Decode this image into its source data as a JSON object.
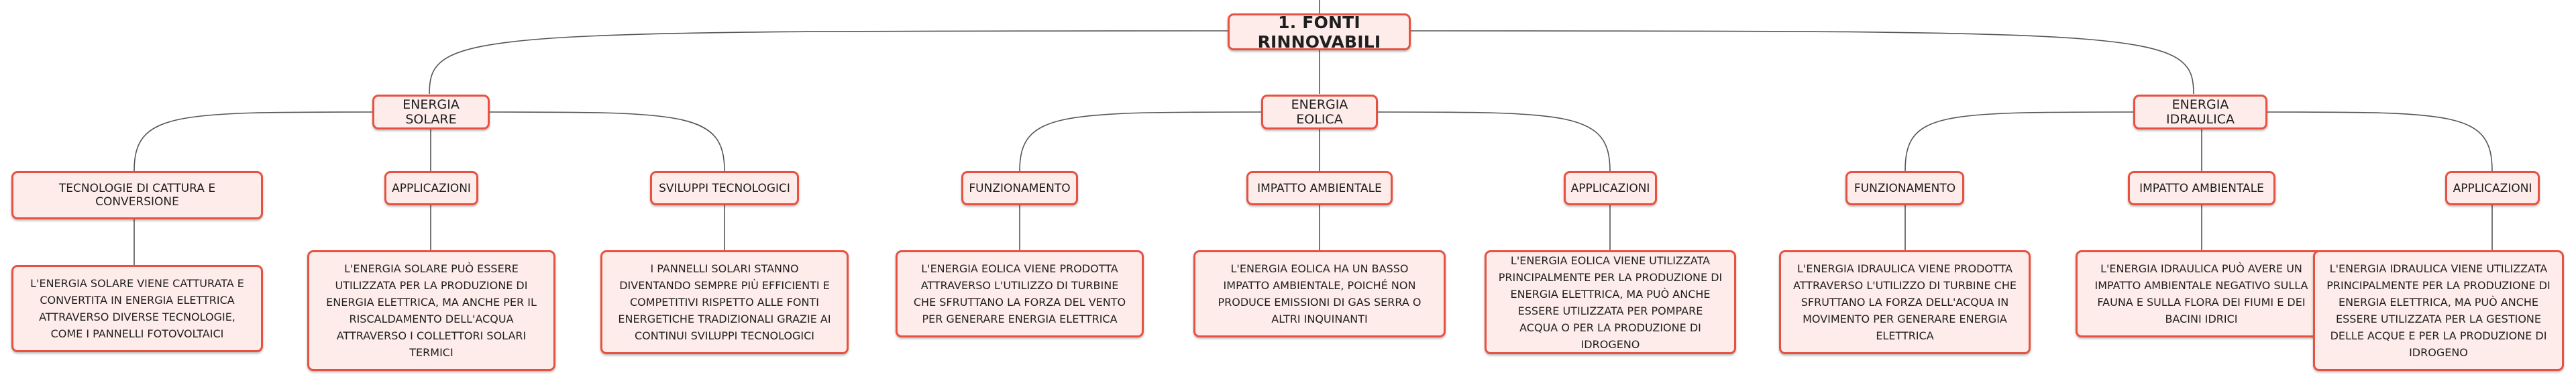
{
  "root": {
    "label": "1. FONTI RINNOVABILI"
  },
  "branches": [
    {
      "label": "ENERGIA SOLARE",
      "children": [
        {
          "label": "TECNOLOGIE DI CATTURA E CONVERSIONE",
          "detail": "L'ENERGIA SOLARE VIENE CATTURATA E CONVERTITA IN ENERGIA ELETTRICA ATTRAVERSO DIVERSE TECNOLOGIE, COME I PANNELLI FOTOVOLTAICI"
        },
        {
          "label": "APPLICAZIONI",
          "detail": "L'ENERGIA SOLARE PUÒ ESSERE UTILIZZATA PER LA PRODUZIONE DI ENERGIA ELETTRICA, MA ANCHE PER IL RISCALDAMENTO DELL'ACQUA ATTRAVERSO I COLLETTORI SOLARI TERMICI"
        },
        {
          "label": "SVILUPPI TECNOLOGICI",
          "detail": "I PANNELLI SOLARI STANNO DIVENTANDO SEMPRE PIÙ EFFICIENTI E COMPETITIVI RISPETTO ALLE FONTI ENERGETICHE TRADIZIONALI GRAZIE AI CONTINUI SVILUPPI TECNOLOGICI"
        }
      ]
    },
    {
      "label": "ENERGIA EOLICA",
      "children": [
        {
          "label": "FUNZIONAMENTO",
          "detail": "L'ENERGIA EOLICA VIENE PRODOTTA ATTRAVERSO L'UTILIZZO DI TURBINE CHE SFRUTTANO LA FORZA DEL VENTO PER GENERARE ENERGIA ELETTRICA"
        },
        {
          "label": "IMPATTO AMBIENTALE",
          "detail": "L'ENERGIA EOLICA HA UN BASSO IMPATTO AMBIENTALE, POICHÉ NON PRODUCE EMISSIONI DI GAS SERRA O ALTRI INQUINANTI"
        },
        {
          "label": "APPLICAZIONI",
          "detail": "L'ENERGIA EOLICA VIENE UTILIZZATA PRINCIPALMENTE PER LA PRODUZIONE DI ENERGIA ELETTRICA, MA PUÒ ANCHE ESSERE UTILIZZATA PER POMPARE ACQUA O PER LA PRODUZIONE DI IDROGENO"
        }
      ]
    },
    {
      "label": "ENERGIA IDRAULICA",
      "children": [
        {
          "label": "FUNZIONAMENTO",
          "detail": "L'ENERGIA IDRAULICA VIENE PRODOTTA ATTRAVERSO L'UTILIZZO DI TURBINE CHE SFRUTTANO LA FORZA DELL'ACQUA IN MOVIMENTO PER GENERARE ENERGIA ELETTRICA"
        },
        {
          "label": "IMPATTO AMBIENTALE",
          "detail": "L'ENERGIA IDRAULICA PUÒ AVERE UN IMPATTO AMBIENTALE NEGATIVO SULLA FAUNA E SULLA FLORA DEI FIUMI E DEI BACINI IDRICI"
        },
        {
          "label": "APPLICAZIONI",
          "detail": "L'ENERGIA IDRAULICA VIENE UTILIZZATA PRINCIPALMENTE PER LA PRODUZIONE DI ENERGIA ELETTRICA, MA PUÒ ANCHE ESSERE UTILIZZATA PER LA GESTIONE DELLE ACQUE E PER LA PRODUZIONE DI IDROGENO"
        }
      ]
    }
  ]
}
